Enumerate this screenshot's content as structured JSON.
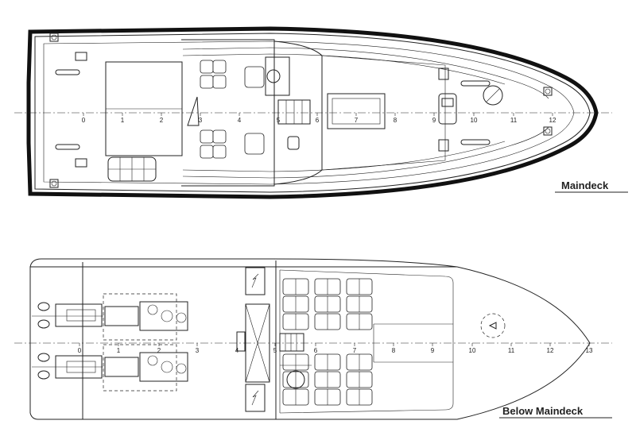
{
  "labels": {
    "maindeck": "Maindeck",
    "below_maindeck": "Below Maindeck"
  },
  "frames_maindeck": [
    "0",
    "1",
    "2",
    "3",
    "4",
    "5",
    "6",
    "7",
    "8",
    "9",
    "10",
    "11",
    "12"
  ],
  "frames_below": [
    "0",
    "1",
    "2",
    "3",
    "4",
    "5",
    "6",
    "7",
    "8",
    "9",
    "10",
    "11",
    "12",
    "13"
  ],
  "colors": {
    "line": "#222222",
    "background": "#ffffff",
    "fender": "#111111"
  }
}
